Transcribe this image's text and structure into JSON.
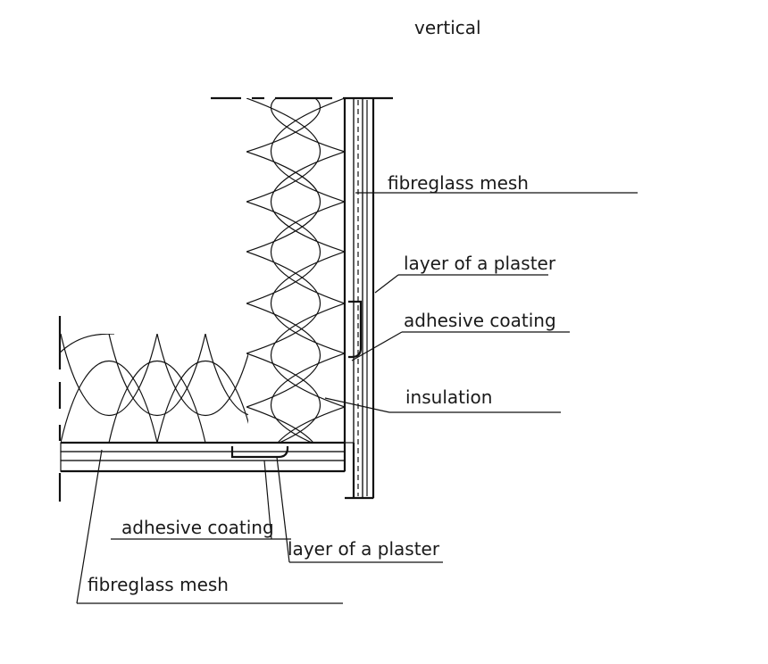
{
  "drawing": {
    "title": "vertical",
    "labels": {
      "mesh_right": "fibreglass mesh",
      "plaster_right": "layer of a plaster",
      "adhesive_right": "adhesive coating",
      "insulation": "insulation",
      "adhesive_bottom": "adhesive coating",
      "plaster_bottom": "layer of a plaster",
      "mesh_bottom": "fibreglass mesh"
    }
  }
}
